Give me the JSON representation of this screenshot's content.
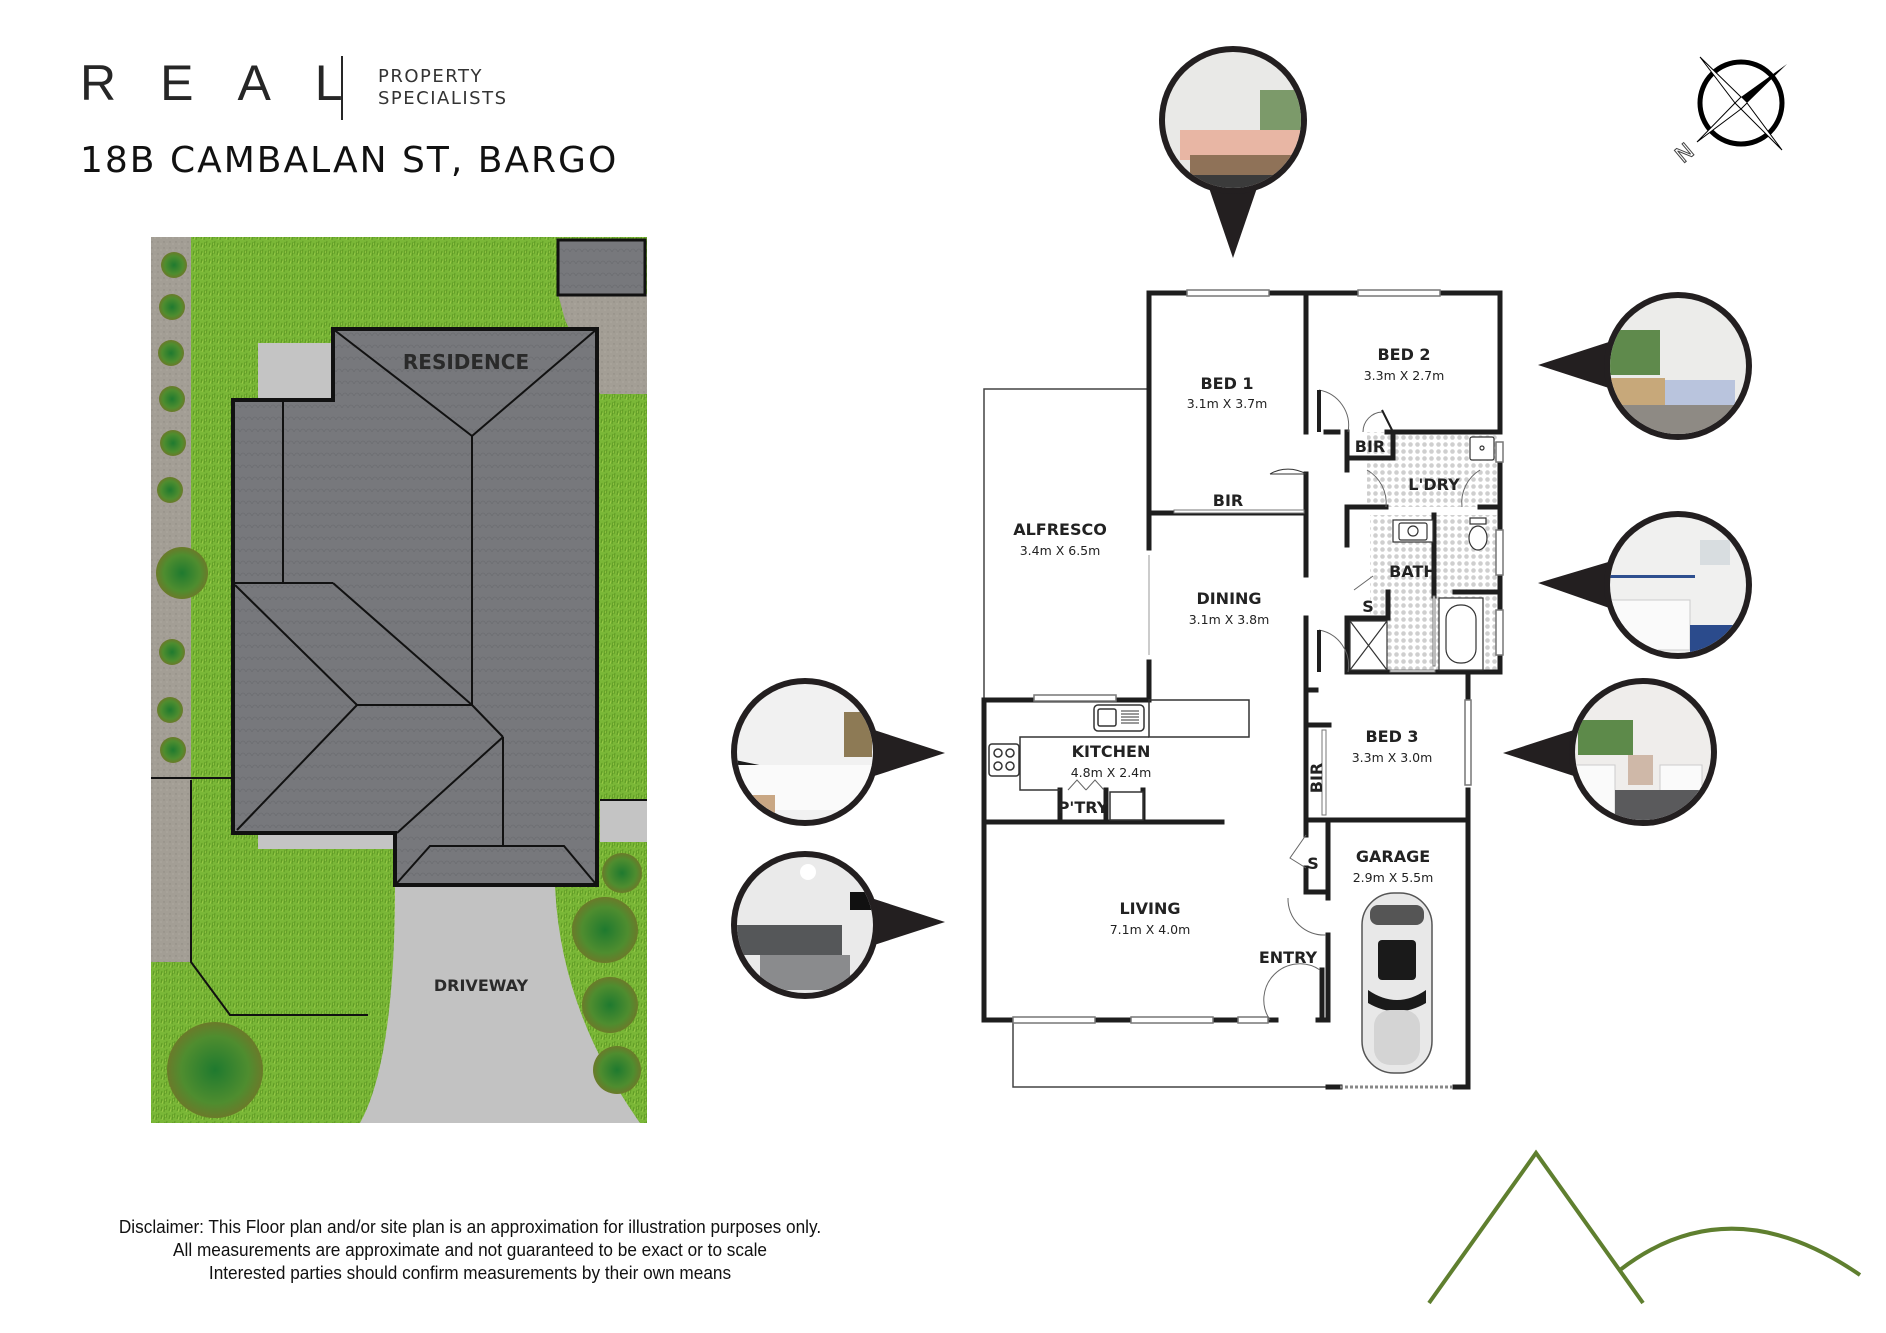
{
  "header": {
    "brand_name": "REAL",
    "brand_subtitle_line1": "PROPERTY",
    "brand_subtitle_line2": "SPECIALISTS",
    "address": "18B CAMBALAN ST, BARGO"
  },
  "compass": {
    "icon": "compass-rose-icon",
    "north_label": "N"
  },
  "site_plan": {
    "labels": {
      "residence": "RESIDENCE",
      "driveway": "DRIVEWAY"
    },
    "colors": {
      "grass": "#7cb83a",
      "roof": "#77787c",
      "path": "#a39e95",
      "concrete": "#c2c2c2"
    }
  },
  "floor_plan": {
    "rooms": [
      {
        "id": "bed1",
        "name": "BED 1",
        "dims": "3.1m X 3.7m"
      },
      {
        "id": "bed2",
        "name": "BED 2",
        "dims": "3.3m X 2.7m"
      },
      {
        "id": "bir1",
        "name": "BIR",
        "dims": ""
      },
      {
        "id": "bir2",
        "name": "BIR",
        "dims": ""
      },
      {
        "id": "laundry",
        "name": "L'DRY",
        "dims": ""
      },
      {
        "id": "alfresco",
        "name": "ALFRESCO",
        "dims": "3.4m X 6.5m"
      },
      {
        "id": "dining",
        "name": "DINING",
        "dims": "3.1m X 3.8m"
      },
      {
        "id": "bath",
        "name": "BATH",
        "dims": ""
      },
      {
        "id": "store1",
        "name": "S",
        "dims": ""
      },
      {
        "id": "kitchen",
        "name": "KITCHEN",
        "dims": "4.8m X 2.4m"
      },
      {
        "id": "pantry",
        "name": "P'TRY",
        "dims": ""
      },
      {
        "id": "bed3",
        "name": "BED 3",
        "dims": "3.3m X 3.0m"
      },
      {
        "id": "bir3",
        "name": "BIR",
        "dims": ""
      },
      {
        "id": "store2",
        "name": "S",
        "dims": ""
      },
      {
        "id": "garage",
        "name": "GARAGE",
        "dims": "2.9m X 5.5m"
      },
      {
        "id": "living",
        "name": "LIVING",
        "dims": "7.1m X 4.0m"
      },
      {
        "id": "entry",
        "name": "ENTRY",
        "dims": ""
      }
    ],
    "wall_color": "#1e1e1e",
    "tile_color": "#c8c8c8"
  },
  "photo_callouts": [
    {
      "room": "BED 1",
      "subject": "bedroom-photo",
      "pointer": "down"
    },
    {
      "room": "BED 2",
      "subject": "kids-bedroom-photo",
      "pointer": "left"
    },
    {
      "room": "BATH",
      "subject": "bathroom-photo",
      "pointer": "left"
    },
    {
      "room": "BED 3",
      "subject": "nursery-photo",
      "pointer": "left"
    },
    {
      "room": "KITCHEN",
      "subject": "kitchen-photo",
      "pointer": "right"
    },
    {
      "room": "LIVING",
      "subject": "living-room-photo",
      "pointer": "right"
    }
  ],
  "disclaimer": {
    "line1": "Disclaimer: This Floor plan and/or site plan is an approximation for illustration purposes only.",
    "line2": "All measurements are approximate and not guaranteed to be exact or to scale",
    "line3": "Interested parties should confirm measurements by their own means"
  },
  "footer_logo": {
    "icon": "mountain-logo-icon",
    "color": "#5f7f2f"
  }
}
